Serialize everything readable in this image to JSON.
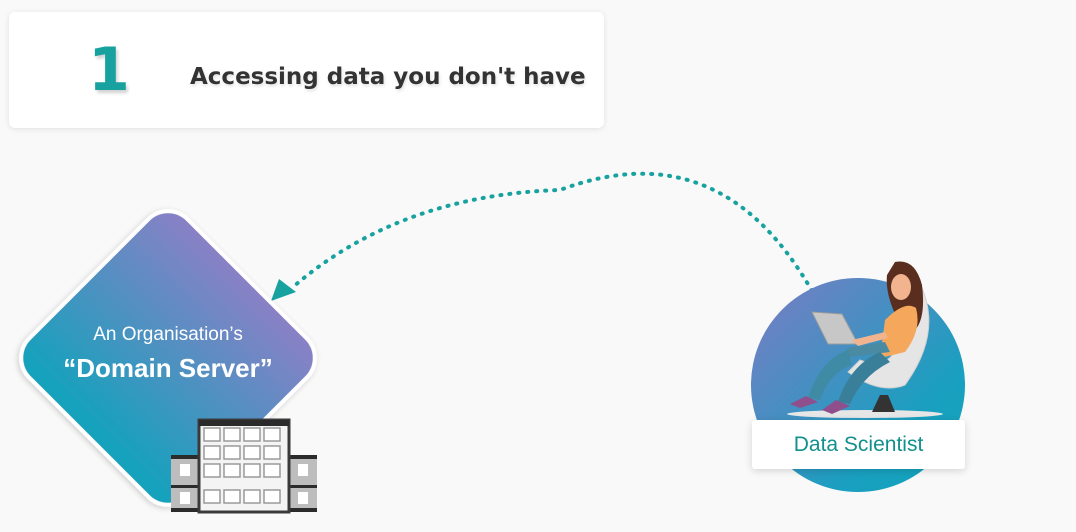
{
  "step": {
    "number": "1",
    "title": "Accessing data you don't have"
  },
  "server": {
    "line1": "An Organisation’s",
    "line2": "“Domain Server”",
    "icon": "building-icon"
  },
  "scientist": {
    "label": "Data Scientist",
    "icon": "person-with-laptop-illustration"
  },
  "colors": {
    "accent": "#17a2a0",
    "gradient_top": "#8a80c6",
    "gradient_bottom": "#10a3bc",
    "label_text": "#12908c"
  }
}
